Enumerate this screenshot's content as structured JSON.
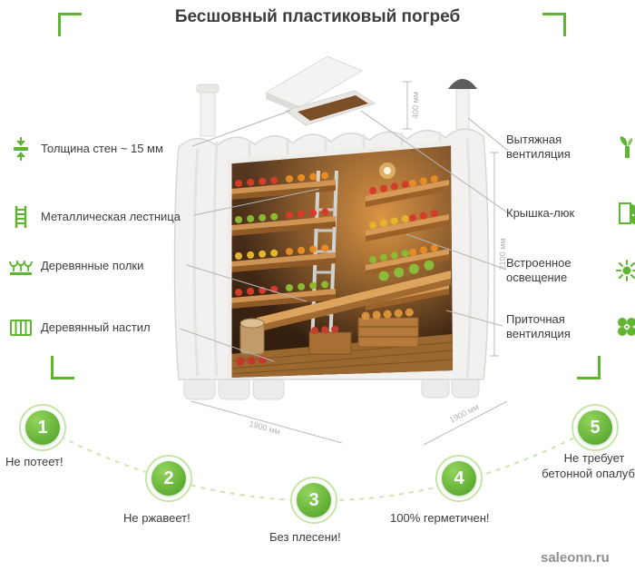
{
  "title": "Бесшовный пластиковый погреб",
  "features_left": [
    {
      "label": "Толщина стен ~ 15 мм",
      "icon": "wall-thickness-icon"
    },
    {
      "label": "Металлическая лестница",
      "icon": "ladder-icon"
    },
    {
      "label": "Деревянные полки",
      "icon": "wooden-shelves-icon"
    },
    {
      "label": "Деревянный настил",
      "icon": "wooden-floor-icon"
    }
  ],
  "features_right": [
    {
      "label": "Вытяжная вентиляция",
      "icon": "exhaust-ventilation-icon"
    },
    {
      "label": "Крышка-люк",
      "icon": "hatch-lid-icon"
    },
    {
      "label": "Встроенное освещение",
      "icon": "built-in-light-icon"
    },
    {
      "label": "Приточная вентиляция",
      "icon": "supply-ventilation-icon"
    }
  ],
  "dimensions": {
    "lid": "400 мм",
    "height": "2100 мм",
    "width": "1900 мм",
    "depth": "1900 мм"
  },
  "benefits": [
    {
      "number": "1",
      "label": "Не потеет!"
    },
    {
      "number": "2",
      "label": "Не ржавеет!"
    },
    {
      "number": "3",
      "label": "Без плесени!"
    },
    {
      "number": "4",
      "label": "100% герметичен!"
    },
    {
      "number": "5",
      "label": "Не требует бетонной опалубки"
    }
  ],
  "watermark": "saleonn.ru",
  "colors": {
    "accent_green": "#5fb431",
    "ring_green": "#c6e5a8",
    "text": "#3c3c3c",
    "dimension_gray": "#b3b2ae"
  }
}
